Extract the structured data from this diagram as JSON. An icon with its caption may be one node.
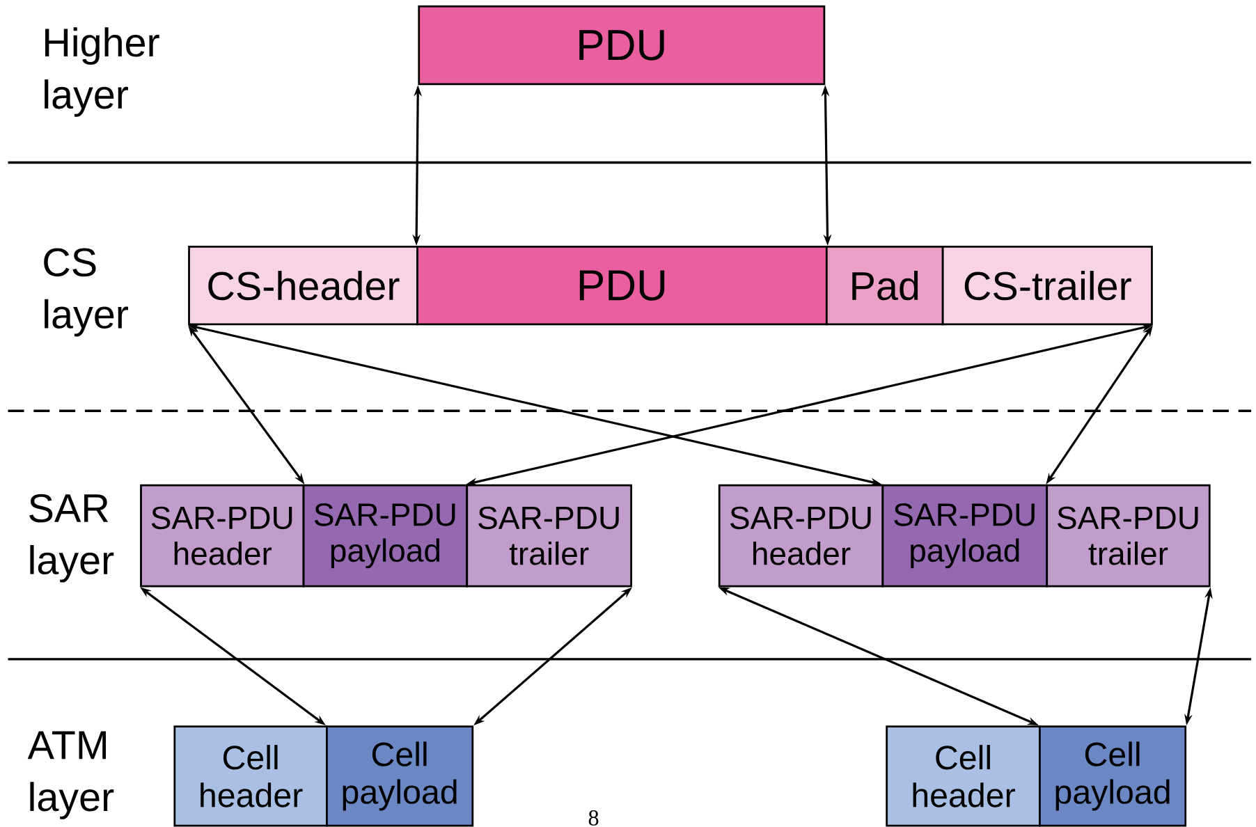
{
  "diagram": {
    "nodes": [
      {
        "text": [
          "PDU"
        ]
      },
      {
        "text": [
          "CS-header"
        ]
      },
      {
        "text": [
          "PDU"
        ]
      },
      {
        "text": [
          "Pad"
        ]
      },
      {
        "text": [
          "CS-trailer"
        ]
      },
      {
        "text": [
          "SAR-PDU header"
        ]
      },
      {
        "text": [
          "SAR-PDU payload"
        ]
      },
      {
        "text": [
          "SAR-PDU trailer"
        ]
      },
      {
        "text": [
          "SAR-PDU header"
        ]
      },
      {
        "text": [
          "SAR-PDU payload"
        ]
      },
      {
        "text": [
          "SAR-PDU trailer"
        ]
      },
      {
        "text": [
          "Cell header"
        ]
      },
      {
        "text": [
          "Cell payload"
        ]
      },
      {
        "text": [
          "Cell header"
        ]
      },
      {
        "text": [
          "Cell payload"
        ]
      }
    ],
    "edges": [
      {
        "from": 0,
        "to": 2,
        "arrow": "both"
      },
      {
        "from": 0,
        "to": 2,
        "arrow": "both"
      },
      {
        "from": 1,
        "to": 5,
        "arrow": "both"
      },
      {
        "from": 1,
        "to": 9,
        "arrow": "both"
      },
      {
        "from": 4,
        "to": 7,
        "arrow": "both"
      },
      {
        "from": 4,
        "to": 10,
        "arrow": "both"
      },
      {
        "from": 5,
        "to": 12,
        "arrow": "both"
      },
      {
        "from": 7,
        "to": 12,
        "arrow": "both"
      },
      {
        "from": 8,
        "to": 14,
        "arrow": "both"
      },
      {
        "from": 10,
        "to": 14,
        "arrow": "both"
      }
    ],
    "labels": [
      "Higher layer",
      "CS layer",
      "SAR layer",
      "ATM layer",
      "8"
    ]
  }
}
